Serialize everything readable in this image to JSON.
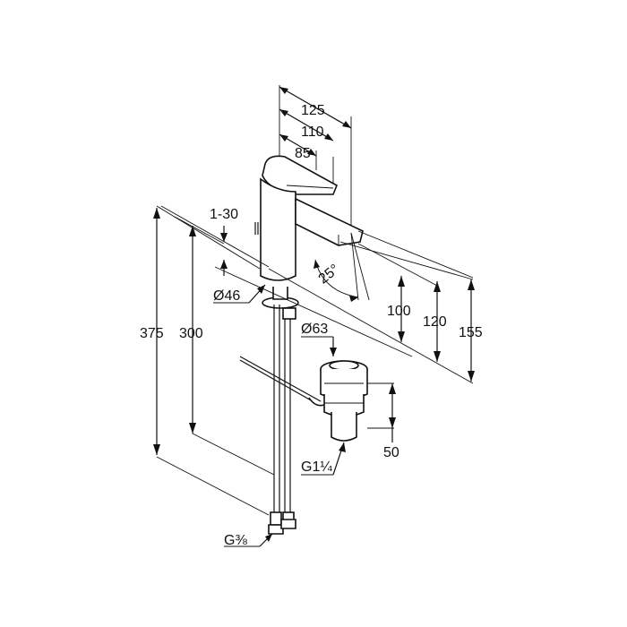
{
  "dimensions": {
    "d125": "125",
    "d110": "110",
    "d85": "85",
    "d1_30": "1-30",
    "d25deg": "25°",
    "d46": "Ø46",
    "d100": "100",
    "d120": "120",
    "d155": "155",
    "d375": "375",
    "d300": "300",
    "d63": "Ø63",
    "d50": "50",
    "thread_waste": "G1¼",
    "thread_supply": "G⅜"
  }
}
